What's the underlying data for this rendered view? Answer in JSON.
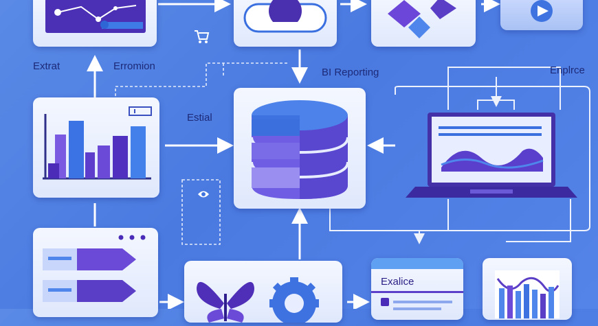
{
  "labels": {
    "extract": "Extrat",
    "extension": "Erromion",
    "bi_reporting": "BI Reporting",
    "explore": "Enplrce",
    "estial": "Estial",
    "exalice": "Exalice"
  },
  "colors": {
    "background": "#4f80e4",
    "card": "#eef3ff",
    "purple": "#5b3fc9",
    "blue": "#3d76e8",
    "wire": "#ffffff"
  }
}
